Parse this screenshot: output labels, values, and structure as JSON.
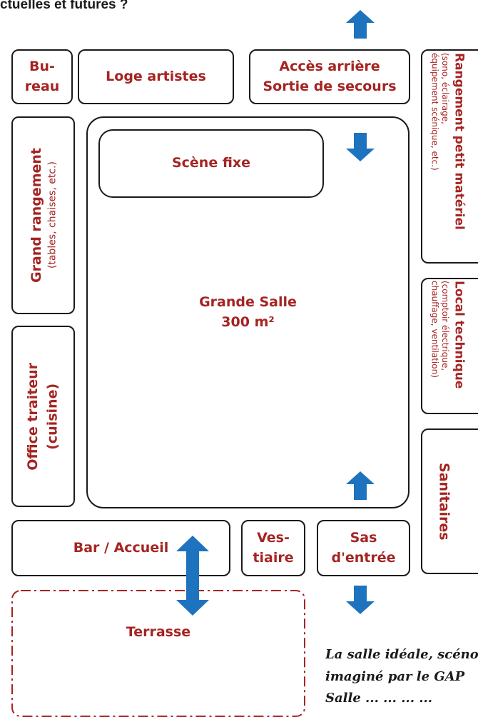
{
  "heading": "ctuelles et futures ?",
  "rooms": {
    "bureau": "Bu-\nreau",
    "loge": "Loge artistes",
    "acces": "Accès arrière\nSortie de secours",
    "rangement_petit": {
      "title": "Rangement petit matériel",
      "sub": "(sono, éclairage,\néquipement scénique, etc.)"
    },
    "grand_rangement": {
      "title": "Grand rangement",
      "sub": "(tables, chaises, etc.)"
    },
    "scene": "Scène fixe",
    "grande_salle": {
      "name": "Grande Salle",
      "area": "300 m²"
    },
    "local_technique": {
      "title": "Local technique",
      "sub": "(comptoir électrique,\nchauffage, ventilation)"
    },
    "office": {
      "title": "Office traiteur",
      "sub": "(cuisine)"
    },
    "sanitaires": "Sanitaires",
    "bar": "Bar / Accueil",
    "vestiaire": "Ves-\ntiaire",
    "sas": "Sas\nd'entrée",
    "terrasse": "Terrasse"
  },
  "caption": [
    "La salle idéale, scéno",
    "imaginé par le GAP",
    "Salle ... ... ... ..."
  ],
  "colors": {
    "label": "#a52422",
    "arrow": "#1e73be",
    "border": "#1a1a1a"
  }
}
